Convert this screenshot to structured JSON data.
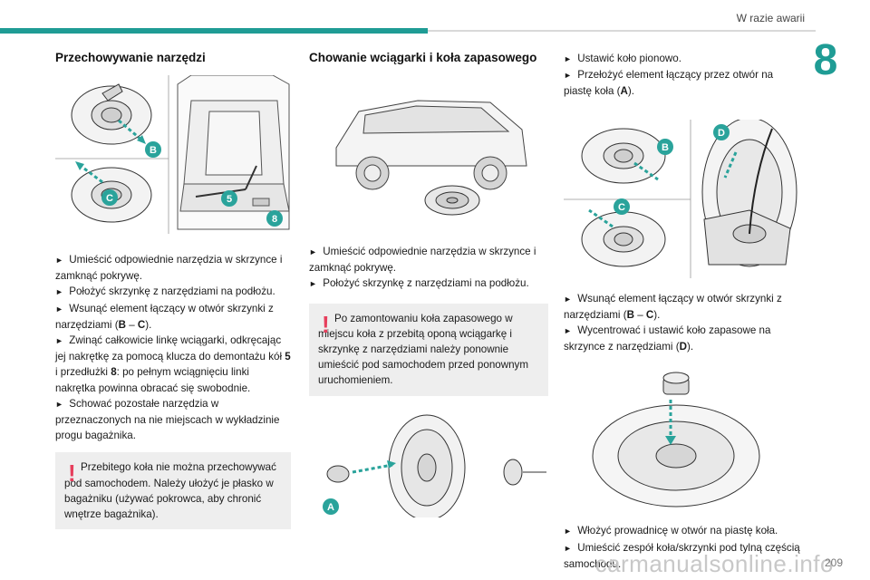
{
  "header": {
    "running_head": "W razie awarii",
    "chapter_number": "8"
  },
  "colors": {
    "accent": "#1f9c95",
    "marker": "#2aa39b",
    "warning": "#e63e5c"
  },
  "col1": {
    "title": "Przechowywanie narzędzi",
    "figure_labels": {
      "b": "B",
      "c": "C",
      "five": "5",
      "eight": "8"
    },
    "steps_1": [
      "Umieścić odpowiednie narzędzia w skrzynce i zamknąć pokrywę.",
      "Położyć skrzynkę z narzędziami na podłożu."
    ],
    "step3_a": "Wsunąć element łączący w otwór skrzynki z narzędziami (",
    "step3_b": "B",
    "step3_c": " – ",
    "step3_d": "C",
    "step3_e": ").",
    "step4_a": "Zwinąć całkowicie linkę wciągarki, odkręcając jej nakrętkę za pomocą klucza do demontażu kół ",
    "step4_b": "5",
    "step4_c": " i przedłużki ",
    "step4_d": "8",
    "step4_e": ": po pełnym wciągnięciu linki nakrętka powinna obracać się swobodnie.",
    "step5": "Schować pozostałe narzędzia w przeznaczonych na nie miejscach w wykładzinie progu bagażnika.",
    "warning": "Przebitego koła nie można przechowywać pod samochodem. Należy ułożyć je płasko w bagażniku (używać pokrowca, aby chronić wnętrze bagażnika)."
  },
  "col2": {
    "title": "Chowanie wciągarki i koła zapasowego",
    "steps": [
      "Umieścić odpowiednie narzędzia w skrzynce i zamknąć pokrywę.",
      "Położyć skrzynkę z narzędziami na podłożu."
    ],
    "warning": "Po zamontowaniu koła zapasowego w miejscu koła z przebitą oponą wciągarkę i skrzynkę z narzędziami należy ponownie umieścić pod samochodem przed ponownym uruchomieniem.",
    "figure_label_a": "A"
  },
  "col3": {
    "step1": "Ustawić koło pionowo.",
    "step2_a": "Przełożyć element łączący przez otwór na piastę koła (",
    "step2_b": "A",
    "step2_c": ").",
    "figure_labels": {
      "b": "B",
      "c": "C",
      "d": "D"
    },
    "step3_a": "Wsunąć element łączący w otwór skrzynki z narzędziami (",
    "step3_b": "B",
    "step3_c": " – ",
    "step3_d": "C",
    "step3_e": ").",
    "step4_a": "Wycentrować i ustawić koło zapasowe na skrzynce z narzędziami (",
    "step4_b": "D",
    "step4_c": ").",
    "step5": "Włożyć prowadnicę w otwór na piastę koła.",
    "step6": "Umieścić zespół koła/skrzynki pod tylną częścią samochodu."
  },
  "footer": {
    "page_number": "209",
    "watermark": "carmanualsonline.info"
  }
}
